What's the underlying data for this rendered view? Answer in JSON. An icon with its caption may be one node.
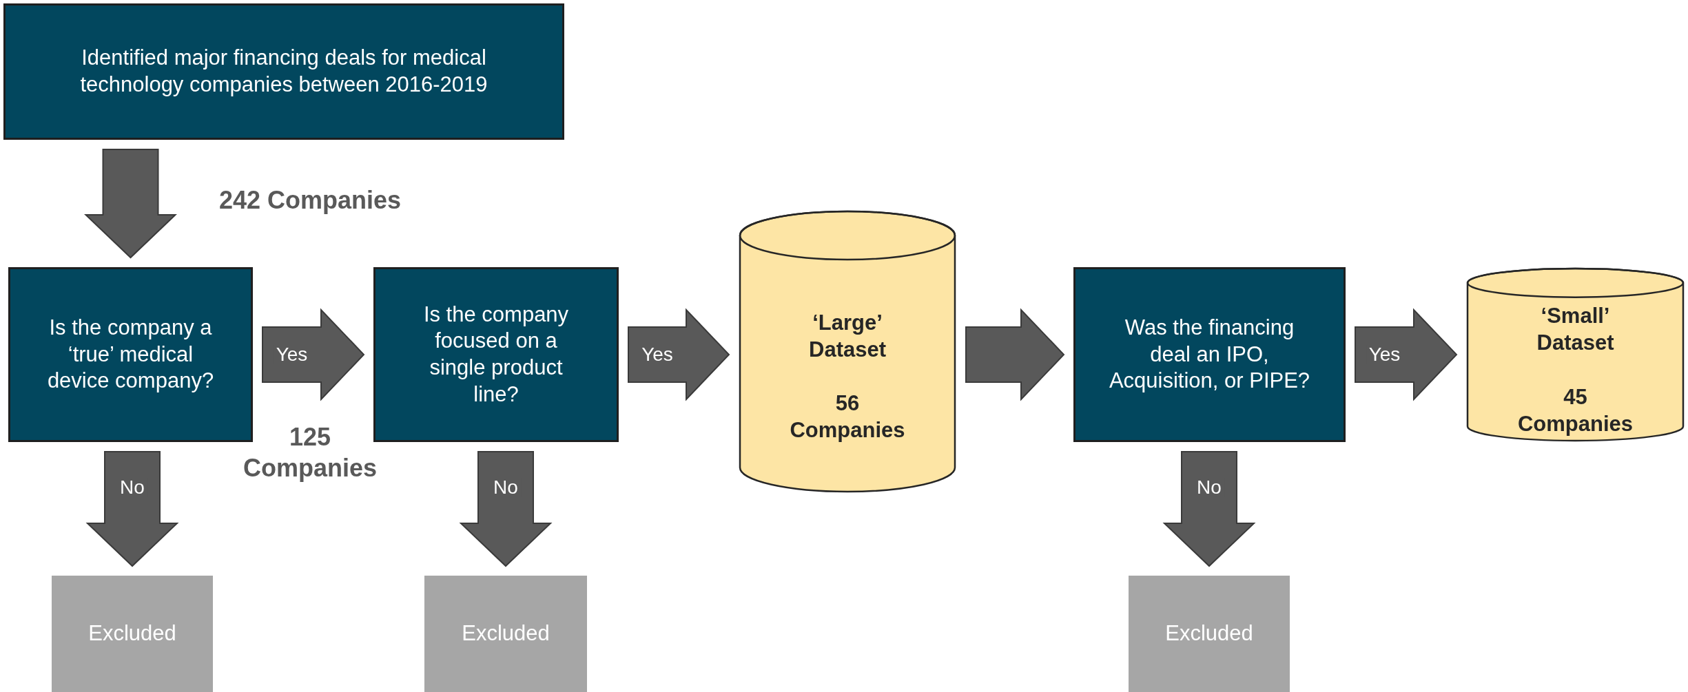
{
  "diagram": {
    "nodes": [
      {
        "text": [
          "Identified major financing deals for medical technology companies between 2016-2019"
        ]
      },
      {
        "text": [
          "Is the company a ‘true’ medical device company?"
        ]
      },
      {
        "text": [
          "Is the company focused on a single product line?"
        ]
      },
      {
        "text": [
          "‘Large’ Dataset",
          "56 Companies"
        ]
      },
      {
        "text": [
          "Was the financing deal an IPO, Acquisition, or PIPE?"
        ]
      },
      {
        "text": [
          "‘Small’ Dataset",
          "45 Companies"
        ]
      },
      {
        "text": [
          "Excluded"
        ]
      },
      {
        "text": [
          "Excluded"
        ]
      },
      {
        "text": [
          "Excluded"
        ]
      }
    ],
    "edges": [
      {
        "from": 0,
        "to": 1,
        "arrow": "to"
      },
      {
        "from": 1,
        "to": 2,
        "arrow": "to",
        "label": "Yes"
      },
      {
        "from": 2,
        "to": 3,
        "arrow": "to",
        "label": "Yes"
      },
      {
        "from": 3,
        "to": 4,
        "arrow": "to"
      },
      {
        "from": 4,
        "to": 5,
        "arrow": "to",
        "label": "Yes"
      },
      {
        "from": 1,
        "to": 6,
        "arrow": "to",
        "label": "No"
      },
      {
        "from": 2,
        "to": 7,
        "arrow": "to",
        "label": "No"
      },
      {
        "from": 4,
        "to": 8,
        "arrow": "to",
        "label": "No"
      }
    ],
    "labels": [
      "242 Companies",
      "125 Companies"
    ]
  }
}
